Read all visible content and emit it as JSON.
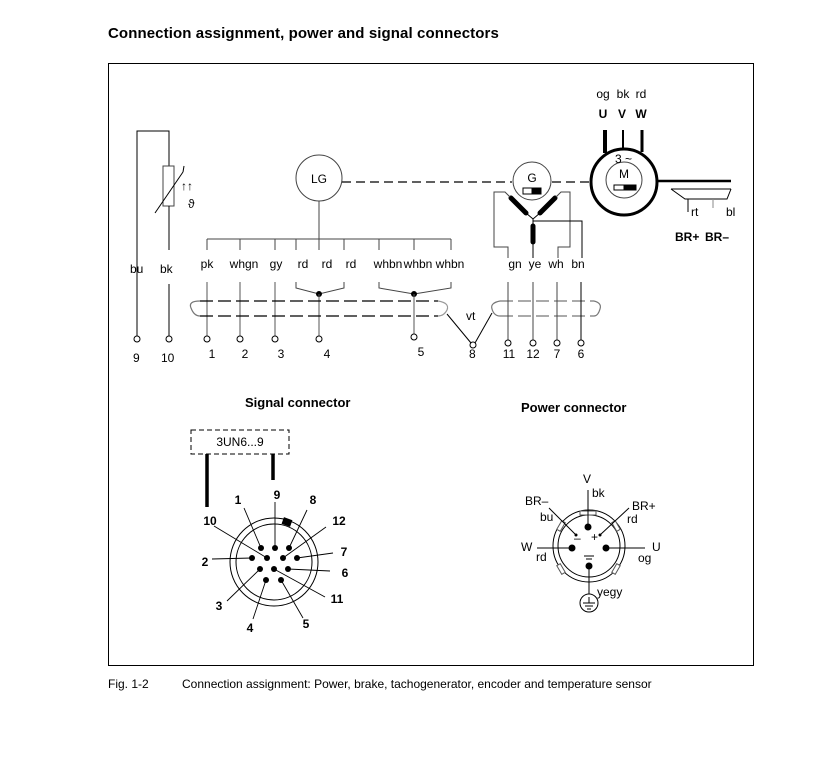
{
  "title": "Connection assignment, power and signal connectors",
  "caption": {
    "fig": "Fig. 1-2",
    "text": "Connection assignment: Power, brake, tachogenerator, encoder and temperature sensor"
  },
  "temp_sensor": {
    "symbol_arrows": "↑↑",
    "symbol_theta": "ϑ",
    "wires": [
      {
        "color": "bu",
        "pin": "9"
      },
      {
        "color": "bk",
        "pin": "10"
      }
    ]
  },
  "encoder": {
    "label": "LG",
    "wires": [
      {
        "color": "pk",
        "pin": "1"
      },
      {
        "color": "whgn",
        "pin": "2"
      },
      {
        "color": "gy",
        "pin": "3"
      },
      {
        "color": "rd"
      },
      {
        "color": "rd",
        "pin": "4"
      },
      {
        "color": "rd"
      },
      {
        "color": "whbn"
      },
      {
        "color": "whbn",
        "pin": "5"
      },
      {
        "color": "whbn"
      }
    ]
  },
  "shield": {
    "color": "vt",
    "pin": "8"
  },
  "tacho": {
    "label": "G",
    "wires": [
      {
        "color": "gn",
        "pin": "11"
      },
      {
        "color": "ye",
        "pin": "12"
      },
      {
        "color": "wh",
        "pin": "7"
      },
      {
        "color": "bn",
        "pin": "6"
      }
    ]
  },
  "motor": {
    "label": "M",
    "phase_label": "3 ~",
    "terminals": [
      {
        "color": "og",
        "name": "U"
      },
      {
        "color": "bk",
        "name": "V"
      },
      {
        "color": "rd",
        "name": "W"
      }
    ]
  },
  "brake": {
    "wires": [
      {
        "color": "rt",
        "name": "BR+"
      },
      {
        "color": "bl",
        "name": "BR–"
      }
    ]
  },
  "signal_connector": {
    "heading": "Signal connector",
    "part_label": "3UN6...9",
    "pins": [
      "1",
      "2",
      "3",
      "4",
      "5",
      "6",
      "7",
      "8",
      "9",
      "10",
      "11",
      "12"
    ]
  },
  "power_connector": {
    "heading": "Power connector",
    "pins": [
      {
        "name": "V",
        "color": "bk"
      },
      {
        "name": "BR–",
        "color": "bu",
        "mark": "–"
      },
      {
        "name": "BR+",
        "color": "rd",
        "mark": "+"
      },
      {
        "name": "W",
        "color": "rd"
      },
      {
        "name": "U",
        "color": "og"
      },
      {
        "name": "PE",
        "color": "yegy"
      }
    ]
  }
}
